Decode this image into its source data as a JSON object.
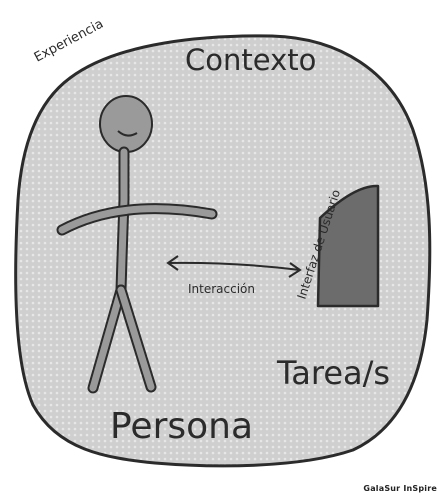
{
  "diagram": {
    "labels": {
      "experiencia": "Experiencia",
      "contexto": "Contexto",
      "interaccion": "Interacción",
      "interfaz": "Interfaz de Usuario",
      "tareas": "Tarea/s",
      "persona": "Persona"
    },
    "credit": "GalaSur InSpire",
    "colors": {
      "blob_fill": "#c9c9c9",
      "outline": "#2b2b2b",
      "figure": "#9a9a9a",
      "task_shape": "#6c6c6c"
    }
  }
}
